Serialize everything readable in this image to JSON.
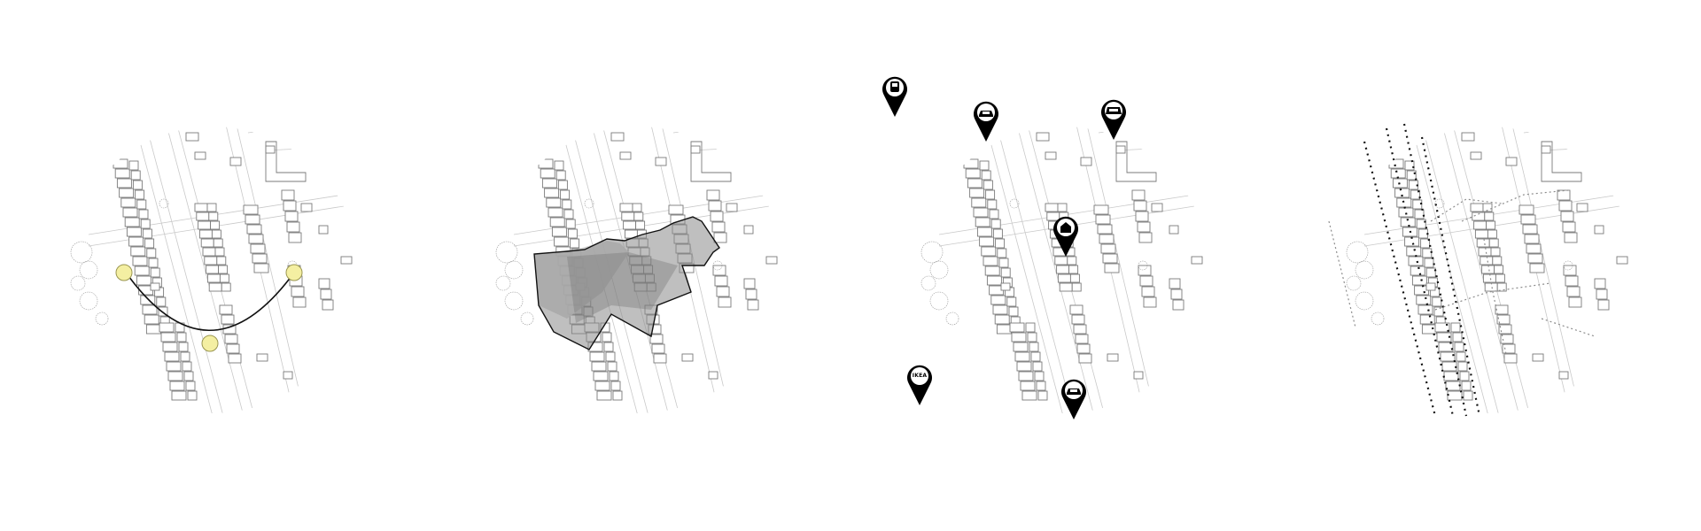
{
  "figure": {
    "panels": [
      {
        "id": "sun-path",
        "type": "sun-path-diagram"
      },
      {
        "id": "viewshed",
        "type": "shadow-study"
      },
      {
        "id": "amenities",
        "type": "points-of-interest"
      },
      {
        "id": "circulation",
        "type": "pedestrian-flows"
      }
    ],
    "colors": {
      "building_stroke": "#7a7a7a",
      "street_stroke": "#c9c9c9",
      "sun_fill": "#f4efa2",
      "sun_stroke": "#9a9650",
      "shadow_fill": "#8a8a8a",
      "pin_fill": "#000000",
      "path_dark": "#111111",
      "path_light": "#8c8c8c"
    },
    "pins": [
      {
        "icon": "train-icon",
        "label": ""
      },
      {
        "icon": "car-icon",
        "label": ""
      },
      {
        "icon": "bus-icon",
        "label": ""
      },
      {
        "icon": "home-icon",
        "label": ""
      },
      {
        "icon": "store-icon",
        "label": "IKEA"
      },
      {
        "icon": "car-icon",
        "label": ""
      }
    ]
  }
}
